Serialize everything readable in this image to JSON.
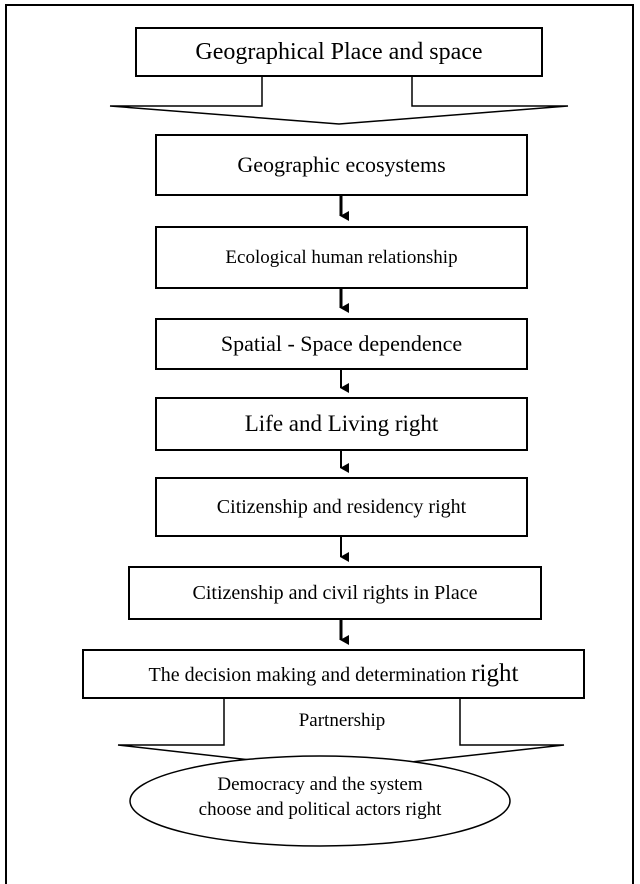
{
  "diagram": {
    "nodes": [
      {
        "id": "n1",
        "label": "Geographical Place and space"
      },
      {
        "id": "n2",
        "label": "Geographic ecosystems"
      },
      {
        "id": "n3",
        "label": "Ecological human relationship"
      },
      {
        "id": "n4",
        "label": "Spatial - Space dependence"
      },
      {
        "id": "n5",
        "label": "Life and Living right"
      },
      {
        "id": "n6",
        "label": "Citizenship and residency right"
      },
      {
        "id": "n7",
        "label": "Citizenship and civil rights in Place"
      },
      {
        "id": "n8",
        "label": "The decision making and determination",
        "label_tail": "right"
      },
      {
        "id": "n9",
        "label": "Partnership"
      },
      {
        "id": "n10",
        "label_lines": [
          "Democracy and the system",
          "choose and political actors right"
        ]
      }
    ]
  }
}
